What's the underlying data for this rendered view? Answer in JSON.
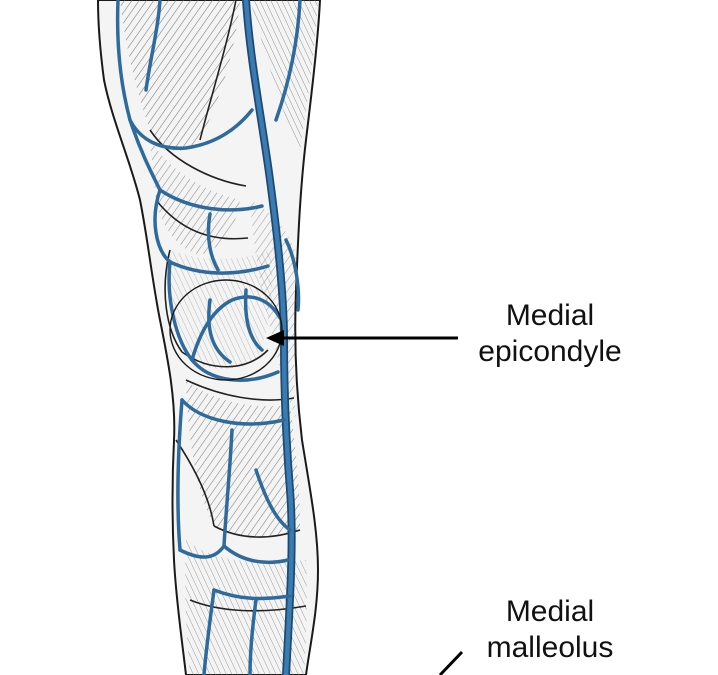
{
  "labels": {
    "medial_epicondyle": {
      "line1": "Medial",
      "line2": "epicondyle"
    },
    "medial_malleolus": {
      "line1": "Medial",
      "line2": "malleolus"
    }
  },
  "colors": {
    "vein": "#2f6a9c",
    "vein_dark": "#1d4a72",
    "outline": "#1a1a1a",
    "hatch": "#555555",
    "arrow": "#000000",
    "background": "#ffffff"
  },
  "figure": {
    "subject": "leg-with-superficial-veins",
    "style": "engraving-hatched"
  }
}
